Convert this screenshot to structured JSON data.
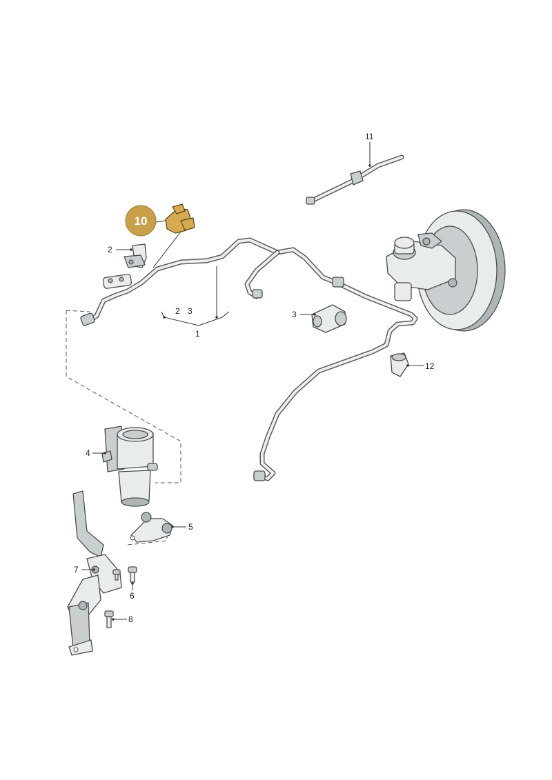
{
  "diagram": {
    "callouts": [
      {
        "id": "1",
        "text": "1"
      },
      {
        "id": "2",
        "text": "2"
      },
      {
        "id": "2b",
        "text": "2"
      },
      {
        "id": "3",
        "text": "3"
      },
      {
        "id": "3b",
        "text": "3"
      },
      {
        "id": "4",
        "text": "4"
      },
      {
        "id": "5",
        "text": "5"
      },
      {
        "id": "6",
        "text": "6"
      },
      {
        "id": "7",
        "text": "7"
      },
      {
        "id": "8",
        "text": "8"
      },
      {
        "id": "11",
        "text": "11"
      },
      {
        "id": "12",
        "text": "12"
      }
    ],
    "highlight": {
      "text": "10",
      "color": "#c8a04a"
    }
  }
}
